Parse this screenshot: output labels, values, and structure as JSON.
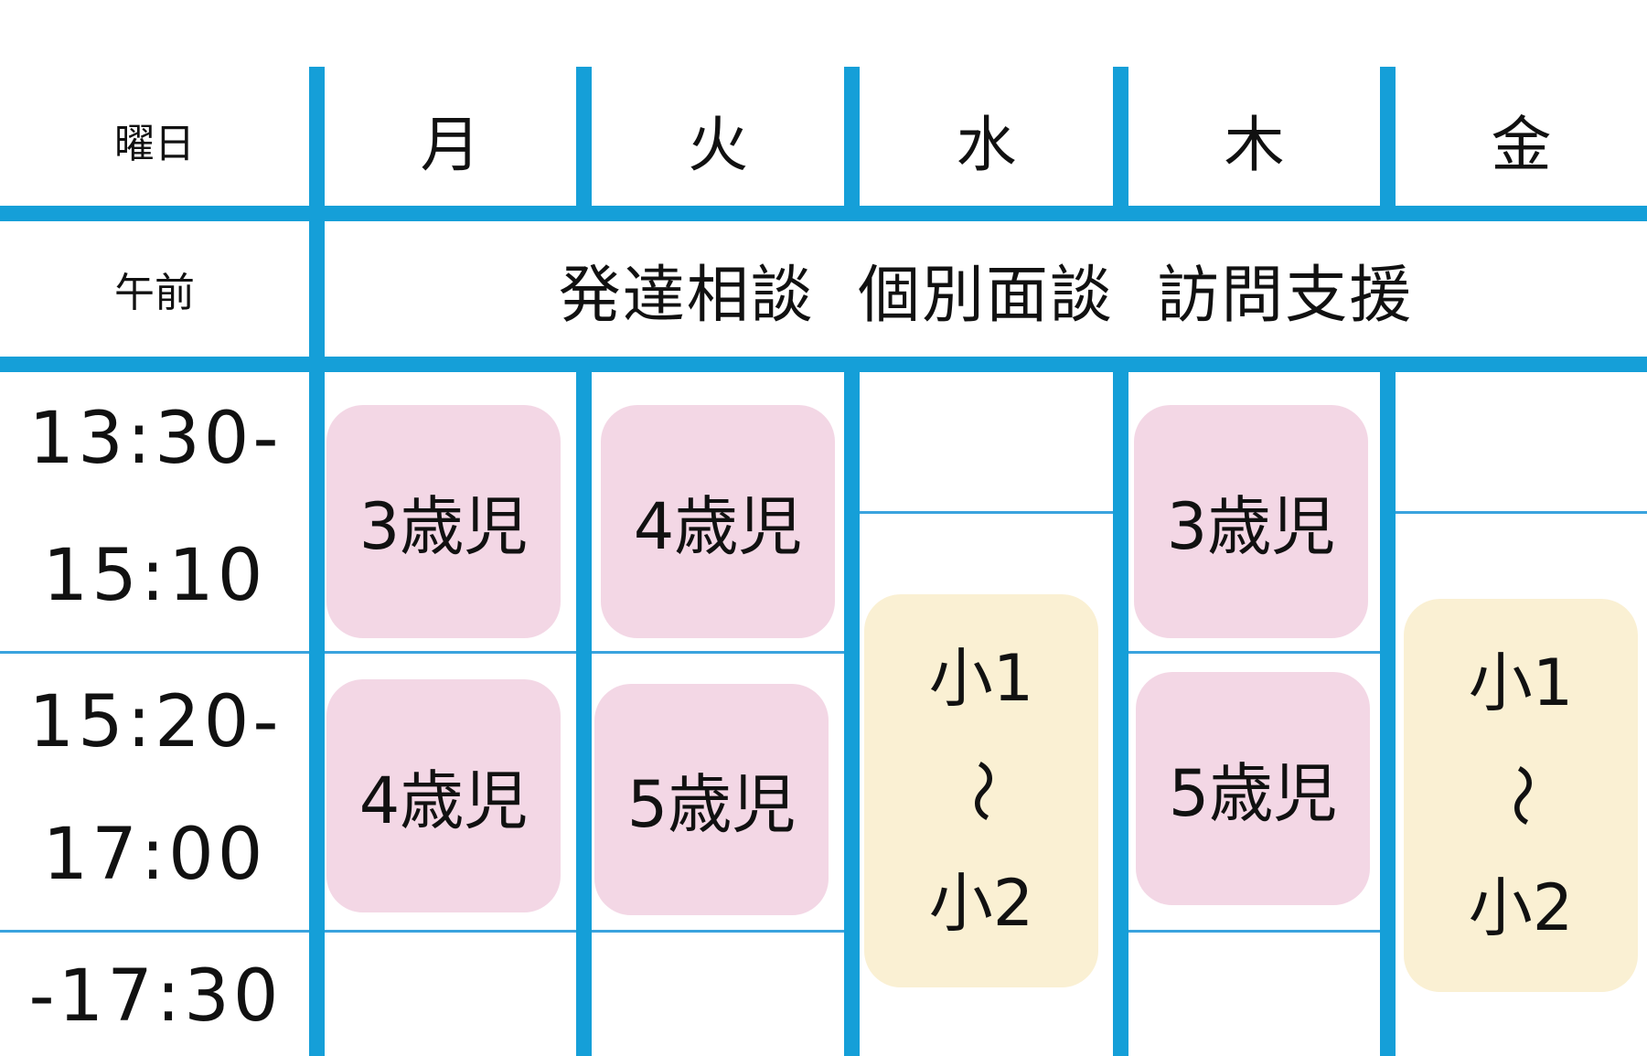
{
  "header": {
    "label": "曜日",
    "days": [
      "月",
      "火",
      "水",
      "木",
      "金"
    ]
  },
  "morning": {
    "label": "午前",
    "text": "発達相談  個別面談  訪問支援"
  },
  "times": {
    "slot1_start": "13:30-",
    "slot1_end": "15:10",
    "slot2_start": "15:20-",
    "slot2_end": "17:00",
    "slot3": "-17:30"
  },
  "sessions": {
    "mon_1": "3歳児",
    "mon_2": "4歳児",
    "tue_1": "4歳児",
    "tue_2": "5歳児",
    "thu_1": "3歳児",
    "thu_2": "5歳児",
    "wed": {
      "top": "小1",
      "mid": "〜",
      "bottom": "小2"
    },
    "fri": {
      "top": "小1",
      "mid": "〜",
      "bottom": "小2"
    }
  },
  "colors": {
    "grid_blue": "#159fd8",
    "session_pink": "#f3d7e5",
    "session_cream": "#faf0d3"
  }
}
